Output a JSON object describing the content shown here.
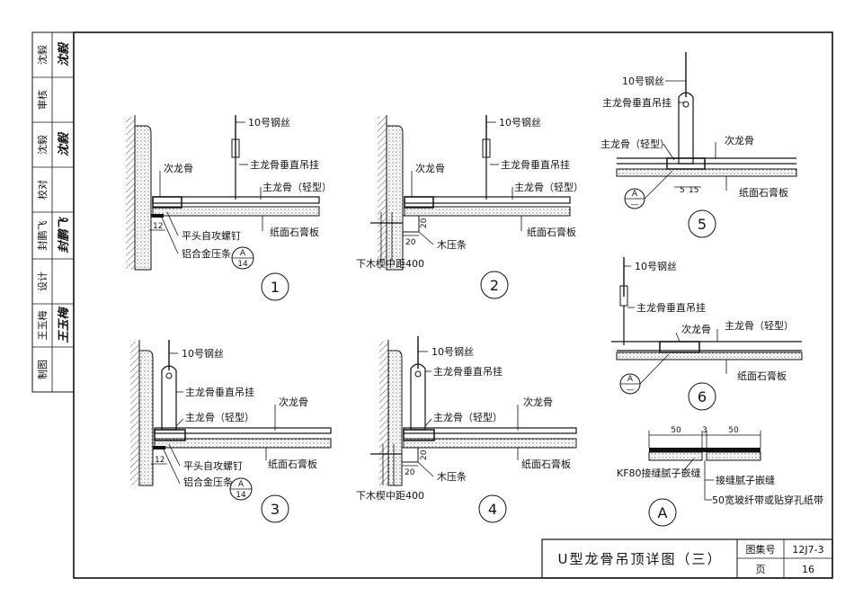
{
  "title_block": {
    "drawing_title": "U型龙骨吊顶详图（三）",
    "atlas_label": "图集号",
    "atlas_number": "12J7-3",
    "page_label": "页",
    "page_number": "16"
  },
  "side_strip": {
    "roles": [
      "沈毅",
      "审核",
      "沈毅",
      "校对",
      "封鹏飞",
      "设计",
      "王玉梅",
      "制图"
    ],
    "signatures": [
      "沈毅",
      "沈毅",
      "封鹏飞",
      "王玉梅"
    ]
  },
  "details": {
    "d1": {
      "number": "1",
      "labels": {
        "wire": "10号钢丝",
        "hanger": "主龙骨垂直吊挂",
        "secondary": "次龙骨",
        "main": "主龙骨（轻型）",
        "screw": "平头自攻螺钉",
        "strip": "铝合金压条",
        "board": "纸面石膏板",
        "dim": "12",
        "ref_top": "A",
        "ref_bottom": "14"
      }
    },
    "d2": {
      "number": "2",
      "labels": {
        "wire": "10号钢丝",
        "hanger": "主龙骨垂直吊挂",
        "secondary": "次龙骨",
        "main": "主龙骨（轻型）",
        "board": "纸面石膏板",
        "wood_strip": "木压条",
        "wedge": "下木楔中距400",
        "dim_a": "20",
        "dim_b": "20"
      }
    },
    "d3": {
      "number": "3",
      "labels": {
        "wire": "10号钢丝",
        "hanger": "主龙骨垂直吊挂",
        "main": "主龙骨（轻型）",
        "secondary": "次龙骨",
        "screw": "平头自攻螺钉",
        "strip": "铝合金压条",
        "board": "纸面石膏板",
        "dim": "12",
        "ref_top": "A",
        "ref_bottom": "14"
      }
    },
    "d4": {
      "number": "4",
      "labels": {
        "wire": "10号钢丝",
        "hanger": "主龙骨垂直吊挂",
        "secondary": "次龙骨",
        "main": "主龙骨（轻型）",
        "board": "纸面石膏板",
        "wood_strip": "木压条",
        "wedge": "下木楔中距400",
        "dim_a": "20",
        "dim_b": "20"
      }
    },
    "d5": {
      "number": "5",
      "labels": {
        "wire": "10号钢丝",
        "hanger": "主龙骨垂直吊挂",
        "main": "主龙骨（轻型）",
        "secondary": "次龙骨",
        "board": "纸面石膏板",
        "dim_a": "5",
        "dim_b": "15",
        "ref_top": "A",
        "ref_bottom": "—"
      }
    },
    "d6": {
      "number": "6",
      "labels": {
        "wire": "10号钢丝",
        "hanger": "主龙骨垂直吊挂",
        "secondary": "次龙骨",
        "main": "主龙骨（轻型）",
        "board": "纸面石膏板",
        "ref_top": "A",
        "ref_bottom": "—"
      }
    },
    "dA": {
      "number": "A",
      "labels": {
        "dim_left": "50",
        "dim_mid": "3",
        "dim_right": "50",
        "putty": "KF80接缝腻子嵌缝",
        "seam": "接缝腻子嵌缝",
        "tape": "50宽玻纤带或贴穿孔纸带"
      }
    }
  }
}
